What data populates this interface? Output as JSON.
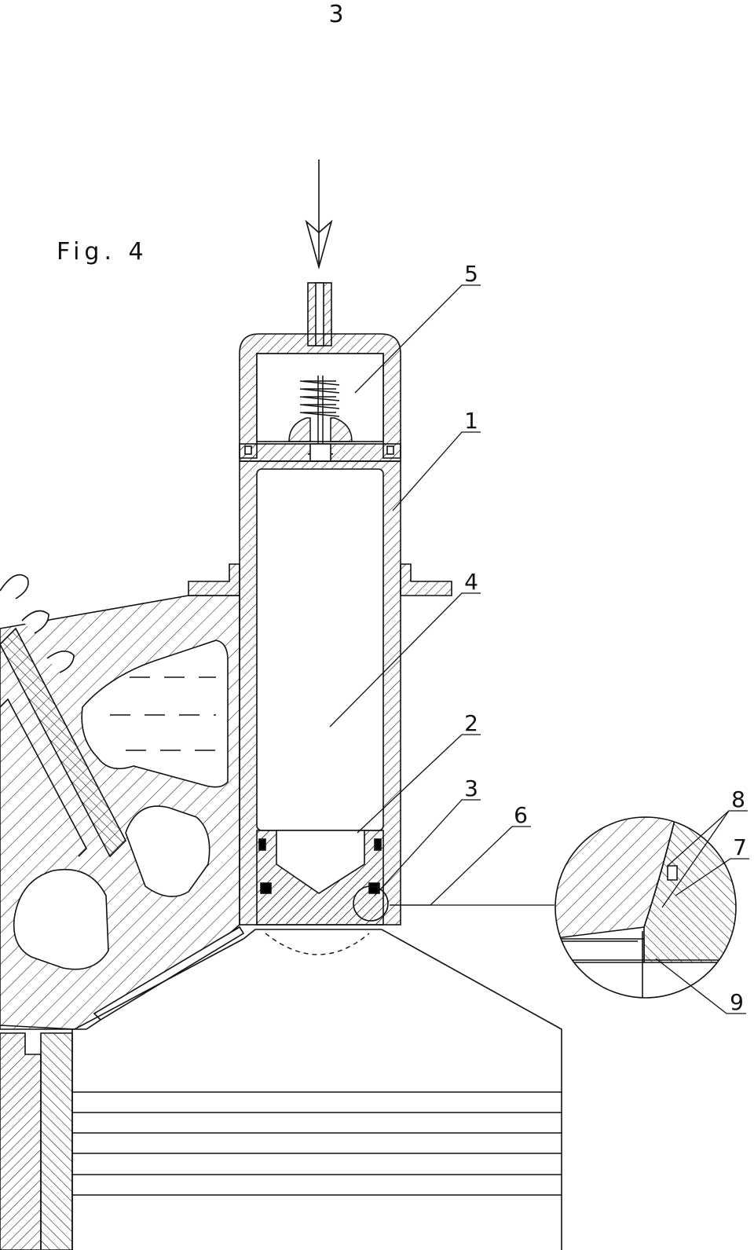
{
  "page_number": "3",
  "figure_label": "Fig. 4",
  "part_labels": {
    "p1": "1",
    "p2": "2",
    "p3": "3",
    "p4": "4",
    "p5": "5",
    "p6": "6",
    "p7": "7",
    "p8": "8",
    "p9": "9"
  },
  "colors": {
    "line": "#111111",
    "background": "#ffffff",
    "seal": "#000000"
  }
}
